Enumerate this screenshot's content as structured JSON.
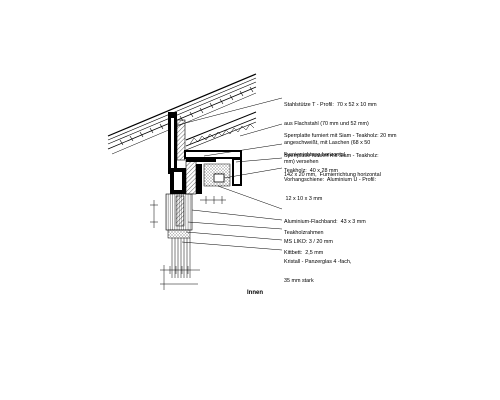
{
  "annotations": [
    {
      "id": "stahlstuetze",
      "lines": [
        "Stahlstütze T - Profil:  70 x 52 x 10 mm",
        "aus Flachstahl (70 mm und 52 mm)",
        "angeschweißt, mit Laschen (68 x 50",
        "mm) versehen"
      ]
    },
    {
      "id": "sperrplatte-1",
      "lines": [
        "Sperrplatte furniert mit Siam - Teakholz: 20 mm",
        "Furnierrichtung horizontal"
      ]
    },
    {
      "id": "sperrplatte-2",
      "lines": [
        "Sperrplatte furniert mit Siam - Teakholz:",
        "142 x 20 mm,  Furnierrichtung horizontal"
      ]
    },
    {
      "id": "teakholz",
      "lines": [
        "Teakholz:  40 x 28 mm"
      ]
    },
    {
      "id": "vorhangschiene",
      "lines": [
        "Vorhangschiene:  Aluminium U - Profil:",
        " 12 x 10 x 3 mm"
      ]
    },
    {
      "id": "aluminium-flachband",
      "lines": [
        "Aluminium-Flachband:  43 x 3 mm"
      ]
    },
    {
      "id": "teakholzrahmen",
      "lines": [
        "Teakholzrahmen"
      ]
    },
    {
      "id": "ms-liko",
      "lines": [
        "MS LIKO: 3 / 20 mm"
      ]
    },
    {
      "id": "kittbett",
      "lines": [
        "Kittbett:  2,5 mm"
      ]
    },
    {
      "id": "kristall",
      "lines": [
        "Kristall - Panzerglas 4 -fach,",
        "35 mm stark"
      ]
    }
  ],
  "side_label": "Innen"
}
